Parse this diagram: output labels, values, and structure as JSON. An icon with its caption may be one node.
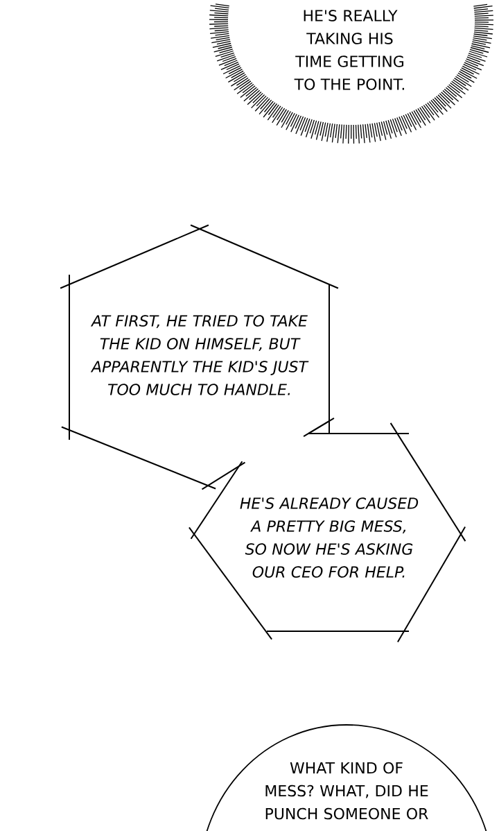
{
  "diagram": {
    "nodes": [
      {
        "text": [
          "HE'S REALLY TAKING HIS TIME GETTING TO THE POINT."
        ]
      },
      {
        "text": [
          "AT FIRST, HE TRIED TO TAKE THE KID ON HIMSELF, BUT APPARENTLY THE KID'S JUST TOO MUCH TO HANDLE."
        ]
      },
      {
        "text": [
          "HE'S ALREADY CAUSED A PRETTY BIG MESS, SO NOW HE'S ASKING OUR CEO FOR HELP."
        ]
      },
      {
        "text": [
          "WHAT KIND OF MESS? WHAT, DID HE PUNCH SOMEONE OR"
        ]
      }
    ]
  }
}
